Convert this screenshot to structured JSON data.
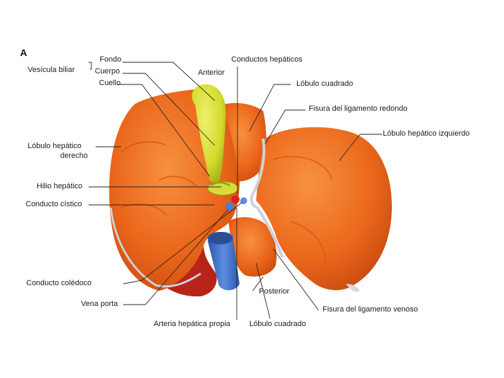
{
  "panel_letter": "A",
  "labels": {
    "fondo": "Fondo",
    "vesicula_biliar": "Vesícula biliar",
    "cuerpo": "Cuerpo",
    "cuello": "Cuello",
    "anterior": "Anterior",
    "conductos_hepaticos": "Conductos hepáticos",
    "lobulo_cuadrado_top": "Lóbulo cuadrado",
    "fisura_ligamento_redondo": "Fisura del ligamento redondo",
    "lobulo_hepatico_izquierdo": "Lóbulo hepático izquierdo",
    "lobulo_hepatico_derecho_1": "Lóbulo hepático",
    "lobulo_hepatico_derecho_2": "derecho",
    "hilio_hepatico": "Hilio hepático",
    "conducto_cistico": "Conducto cístico",
    "conducto_coledoco": "Conducto colédoco",
    "vena_porta": "Vena porta",
    "posterior": "Posterior",
    "fisura_ligamento_venoso": "Fisura del ligamento venoso",
    "arteria_hepatica_propia": "Arteria hepática propia",
    "lobulo_cuadrado_bottom": "Lóbulo cuadrado"
  },
  "colors": {
    "liver": "#e8641a",
    "liver_dark": "#c94a0c",
    "liver_light": "#f48a3c",
    "gallbladder": "#d4dc2a",
    "vena_porta": "#3f6fc4",
    "artery": "#d8241c",
    "fissure": "#c8c8d4",
    "leader": "#222222"
  }
}
